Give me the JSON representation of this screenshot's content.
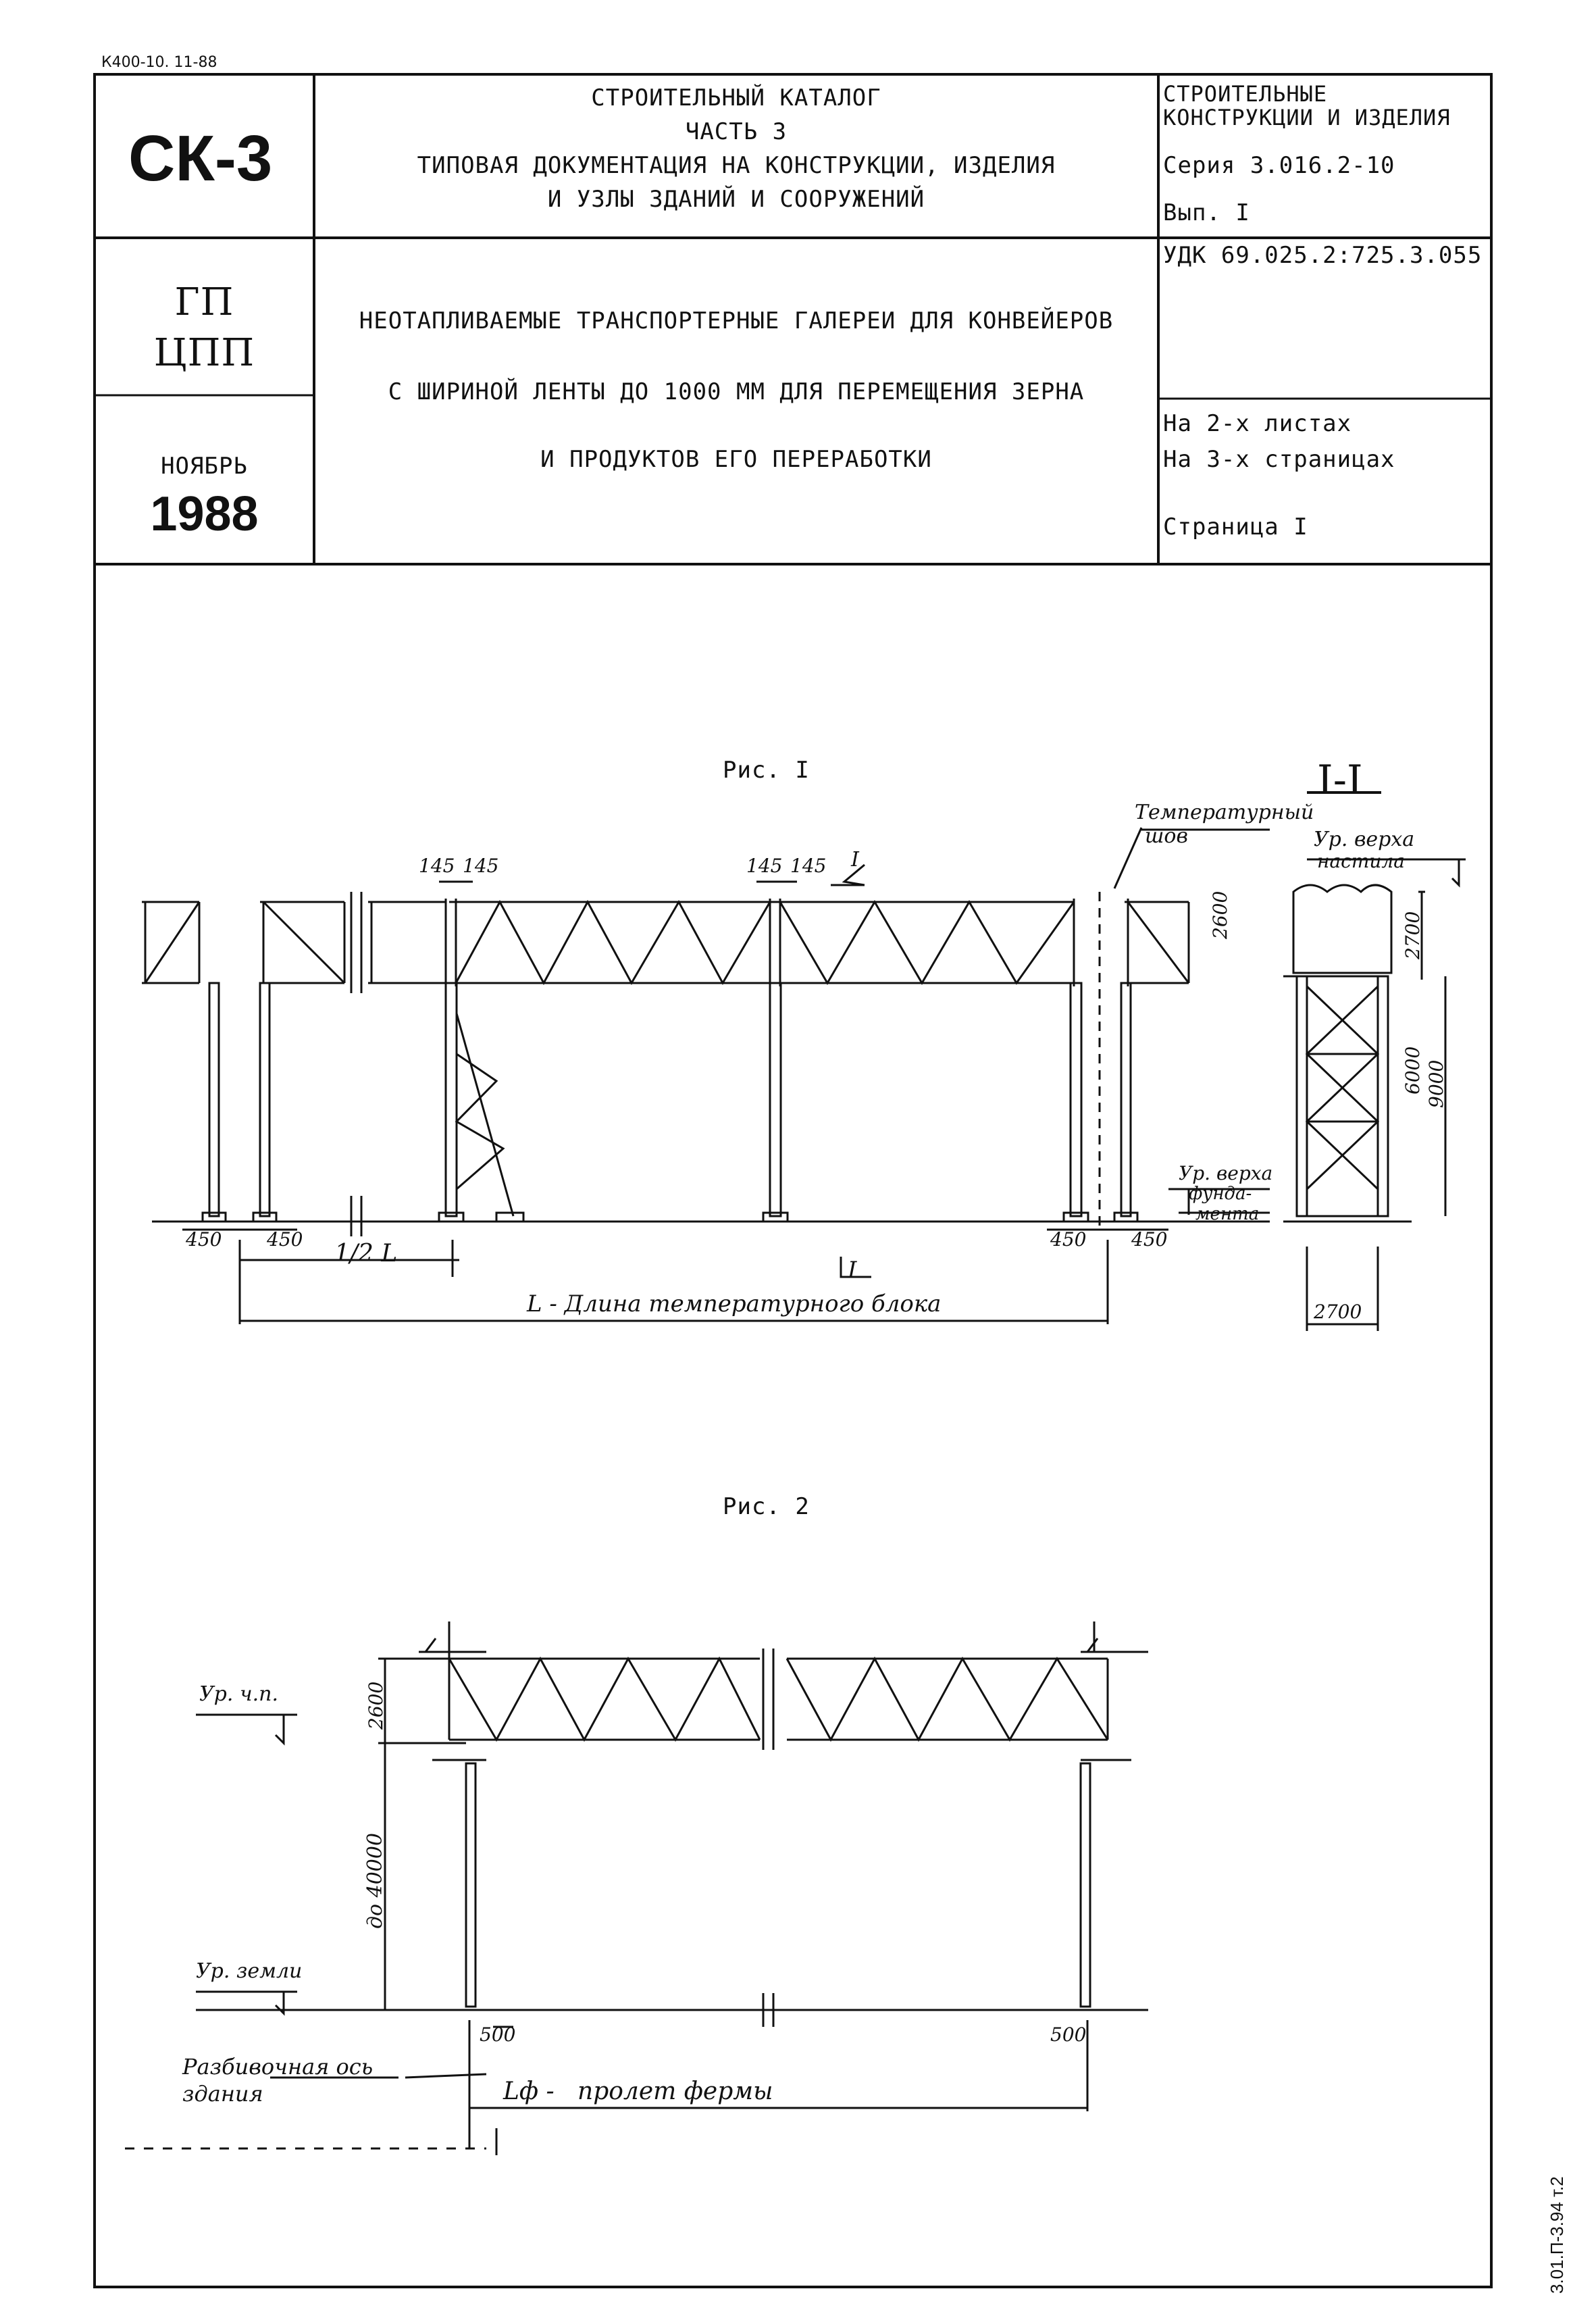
{
  "header_code": "К400-10. 11-88",
  "stamp": {
    "code": "СК-3",
    "org_line1": "ГП",
    "org_line2": "ЦПП",
    "month": "НОЯБРЬ",
    "year": "1988"
  },
  "catalog": {
    "line1": "СТРОИТЕЛЬНЫЙ КАТАЛОГ",
    "line2": "ЧАСТЬ 3",
    "line3": "ТИПОВАЯ ДОКУМЕНТАЦИЯ НА КОНСТРУКЦИИ, ИЗДЕЛИЯ",
    "line4": "И УЗЛЫ ЗДАНИЙ И СООРУЖЕНИЙ"
  },
  "category": {
    "line1": "СТРОИТЕЛЬНЫЕ",
    "line2": "КОНСТРУКЦИИ И ИЗДЕЛИЯ",
    "series": "Серия 3.016.2-10",
    "issue": "Вып. I"
  },
  "udk": "УДК 69.025.2:725.3.055",
  "title": {
    "line1": "НЕОТАПЛИВАЕМЫЕ ТРАНСПОРТЕРНЫЕ ГАЛЕРЕИ ДЛЯ КОНВЕЙЕРОВ",
    "line2": "С ШИРИНОЙ ЛЕНТЫ ДО 1000 ММ ДЛЯ ПЕРЕМЕЩЕНИЯ ЗЕРНА",
    "line3": "И ПРОДУКТОВ ЕГО ПЕРЕРАБОТКИ"
  },
  "sheets": {
    "sheets": "На 2-х листах",
    "pages": "На 3-х страницах",
    "page": "Страница I"
  },
  "fig1": {
    "caption": "Рис. I",
    "section": "I-I",
    "cut_mark": "I",
    "temp_joint_1": "Температурный",
    "temp_joint_2": "шов",
    "top_deck_1": "Ур. верха",
    "top_deck_2": "настила",
    "top_found_1": "Ур. верха",
    "top_found_2": "фунда-",
    "top_found_3": "мента",
    "d145": "145",
    "d450": "450",
    "d2600": "2600",
    "d2700": "2700",
    "d6000": "6000",
    "d9000": "9000",
    "half_L": "1/2 L",
    "length_L": "L - Длина температурного блока"
  },
  "fig2": {
    "caption": "Рис. 2",
    "level_floor": "Ур. ч.п.",
    "level_ground": "Ур. земли",
    "d2600": "2600",
    "d40000": "до 40000",
    "d500": "500",
    "span": "Lф -   пролет фермы",
    "axis_1": "Разбивочная ось",
    "axis_2": "здания"
  },
  "side_code": "3.01.П-3.94 т.2"
}
